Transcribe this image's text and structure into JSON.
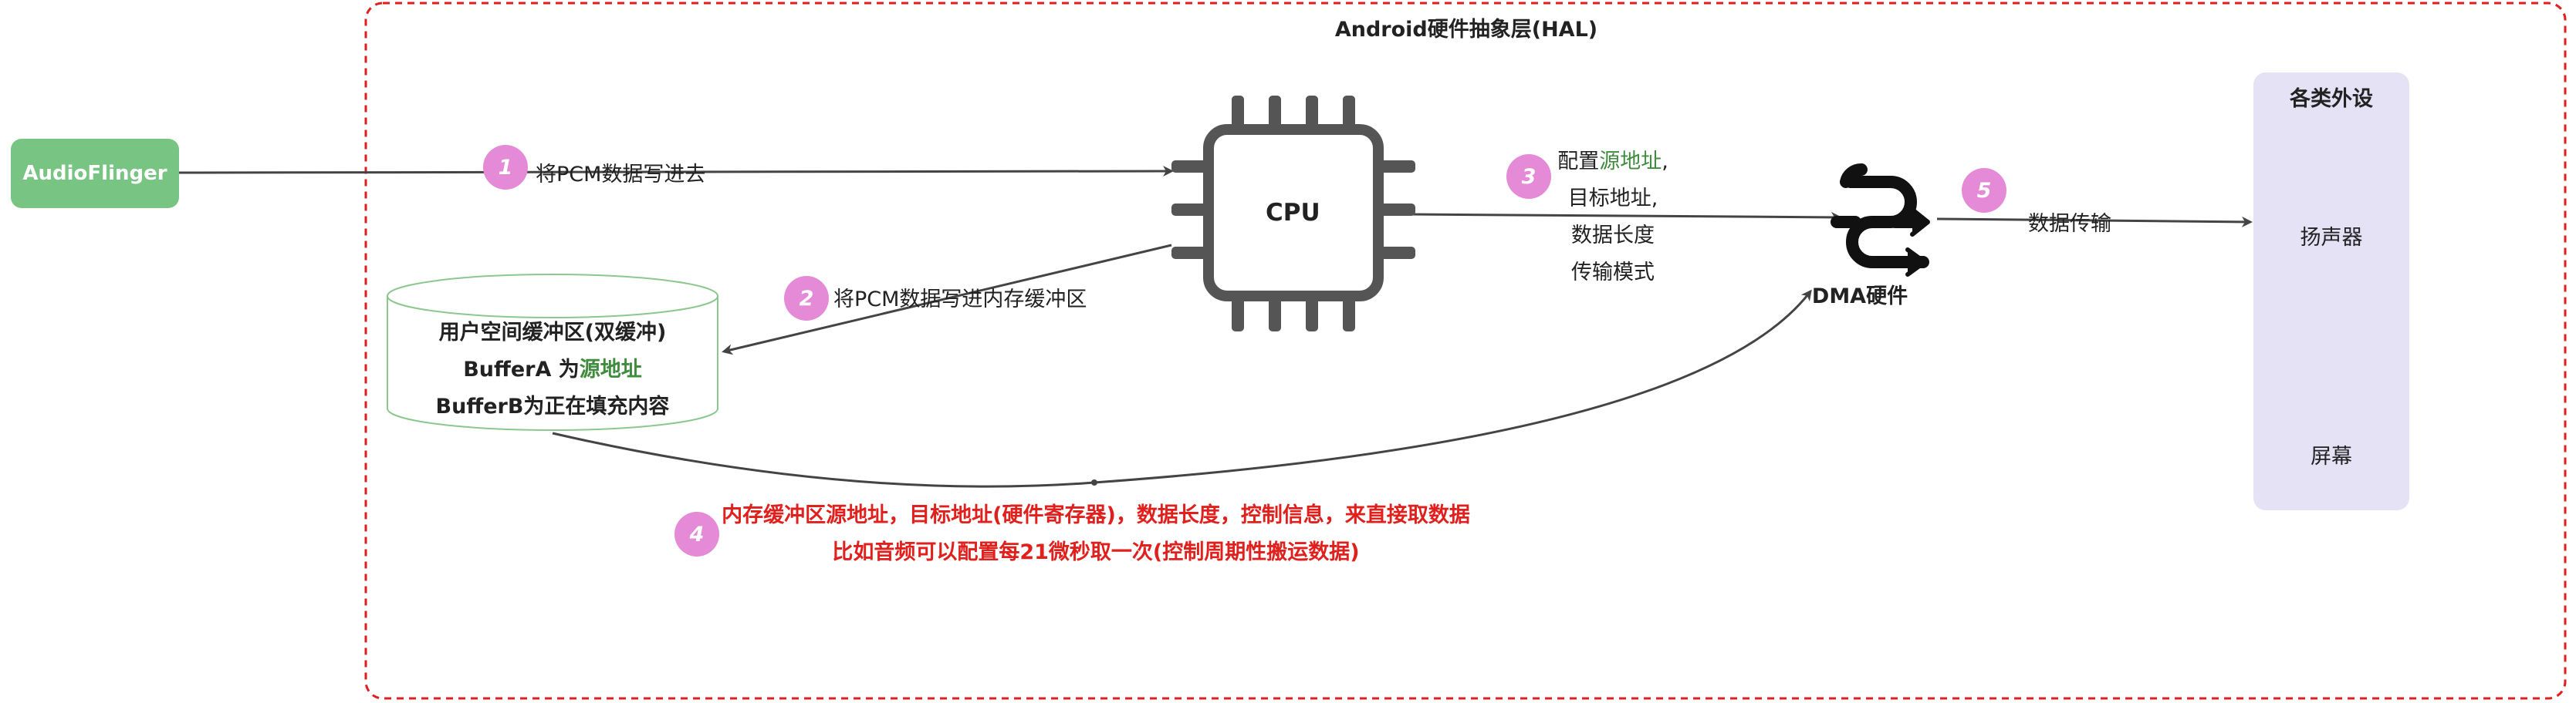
{
  "hal": {
    "title": "Android硬件抽象层(HAL)"
  },
  "audioflinger": {
    "label": "AudioFlinger"
  },
  "cpu": {
    "label": "CPU"
  },
  "buffer": {
    "line1": "用户空间缓冲区(双缓冲)",
    "line2_prefix": "BufferA 为",
    "line2_highlight": "源地址",
    "line3": "BufferB为正在填充内容"
  },
  "steps": [
    {
      "num": "1",
      "text": "将PCM数据写进去"
    },
    {
      "num": "2",
      "text": "将PCM数据写进内存缓冲区"
    },
    {
      "num": "3",
      "line1_prefix": "配置",
      "line1_highlight": "源地址",
      "line1_suffix": ",",
      "line2": "目标地址,",
      "line3": "数据长度",
      "line4": "传输模式"
    },
    {
      "num": "4",
      "line1": "内存缓冲区源地址，目标地址(硬件寄存器)，数据长度，控制信息，来直接取数据",
      "line2": "比如音频可以配置每21微秒取一次(控制周期性搬运数据)"
    },
    {
      "num": "5",
      "text": "数据传输"
    }
  ],
  "dma": {
    "label": "DMA硬件"
  },
  "peripherals": {
    "title": "各类外设",
    "speaker_label": "扬声器",
    "screen_label": "屏幕"
  },
  "colors": {
    "audioflinger": "#78c482",
    "step_badge": "#e58ad6",
    "hal_border": "#e0201c",
    "highlight": "#3f8c3e",
    "annotation": "#e0201c",
    "peripheral_panel": "#e6e2f5"
  }
}
